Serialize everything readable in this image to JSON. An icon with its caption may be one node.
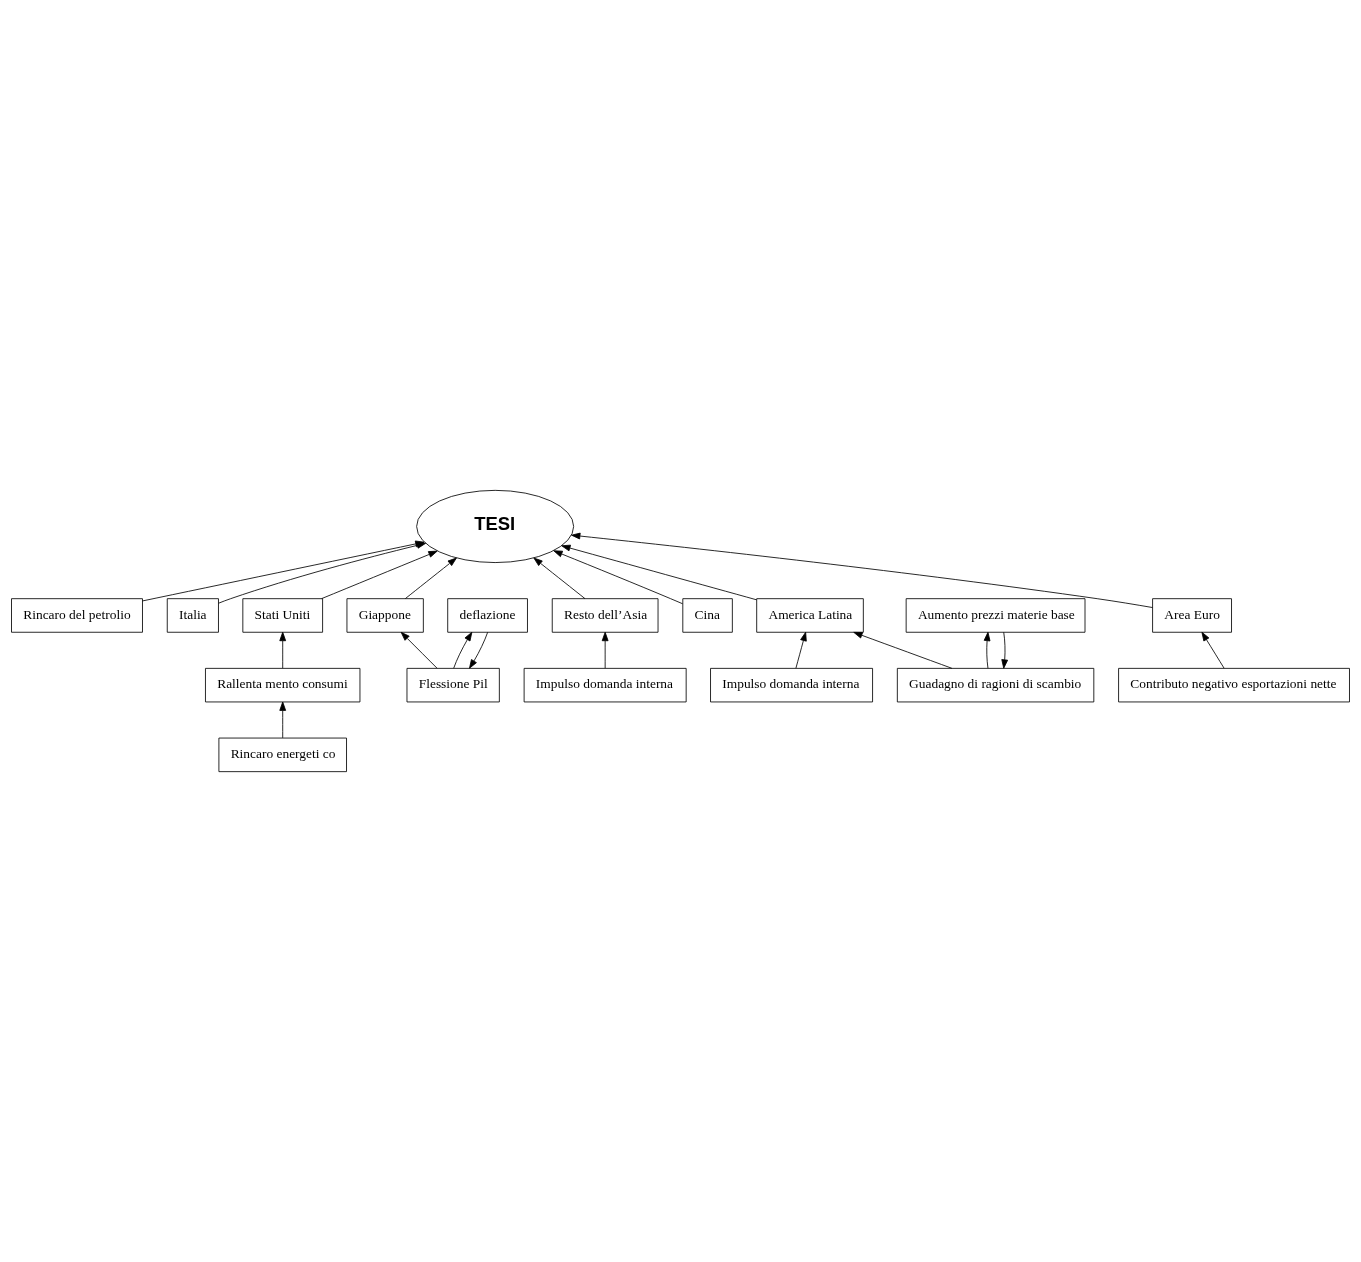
{
  "diagram": {
    "nodes": [
      {
        "text": [
          "TESI"
        ]
      },
      {
        "text": [
          "Rincaro del petrolio"
        ]
      },
      {
        "text": [
          "Italia"
        ]
      },
      {
        "text": [
          "Stati Uniti"
        ]
      },
      {
        "text": [
          "Giappone"
        ]
      },
      {
        "text": [
          "Resto dell’Asia"
        ]
      },
      {
        "text": [
          "Cina"
        ]
      },
      {
        "text": [
          "America Latina"
        ]
      },
      {
        "text": [
          "Area Euro"
        ]
      },
      {
        "text": [
          "Rallenta mento consumi"
        ]
      },
      {
        "text": [
          "Flessione Pil"
        ]
      },
      {
        "text": [
          "Impulso domanda interna"
        ]
      },
      {
        "text": [
          "Impulso domanda interna"
        ]
      },
      {
        "text": [
          "Contributo negativo esportazioni nette"
        ]
      },
      {
        "text": [
          "deflazione"
        ]
      },
      {
        "text": [
          "Rincaro energeti co"
        ]
      },
      {
        "text": [
          "Guadagno di ragioni di scambio"
        ]
      },
      {
        "text": [
          "Aumento prezzi materie base"
        ]
      }
    ],
    "edges": [
      {
        "from": 1,
        "to": 0,
        "arrow": "to"
      },
      {
        "from": 3,
        "to": 0,
        "arrow": "to"
      },
      {
        "from": 4,
        "to": 0,
        "arrow": "to"
      },
      {
        "from": 5,
        "to": 0,
        "arrow": "to"
      },
      {
        "from": 6,
        "to": 0,
        "arrow": "to"
      },
      {
        "from": 7,
        "to": 0,
        "arrow": "to"
      },
      {
        "from": 8,
        "to": 0,
        "arrow": "to"
      },
      {
        "from": 2,
        "to": 0,
        "arrow": "to"
      },
      {
        "from": 9,
        "to": 3,
        "arrow": "to"
      },
      {
        "from": 10,
        "to": 4,
        "arrow": "to"
      },
      {
        "from": 11,
        "to": 5,
        "arrow": "to"
      },
      {
        "from": 12,
        "to": 7,
        "arrow": "to"
      },
      {
        "from": 16,
        "to": 7,
        "arrow": "to"
      },
      {
        "from": 13,
        "to": 8,
        "arrow": "to"
      },
      {
        "from": 14,
        "to": 10,
        "arrow": "to"
      },
      {
        "from": 10,
        "to": 14,
        "arrow": "to"
      },
      {
        "from": 15,
        "to": 9,
        "arrow": "to"
      },
      {
        "from": 17,
        "to": 16,
        "arrow": "to"
      },
      {
        "from": 16,
        "to": 17,
        "arrow": "to"
      }
    ]
  }
}
